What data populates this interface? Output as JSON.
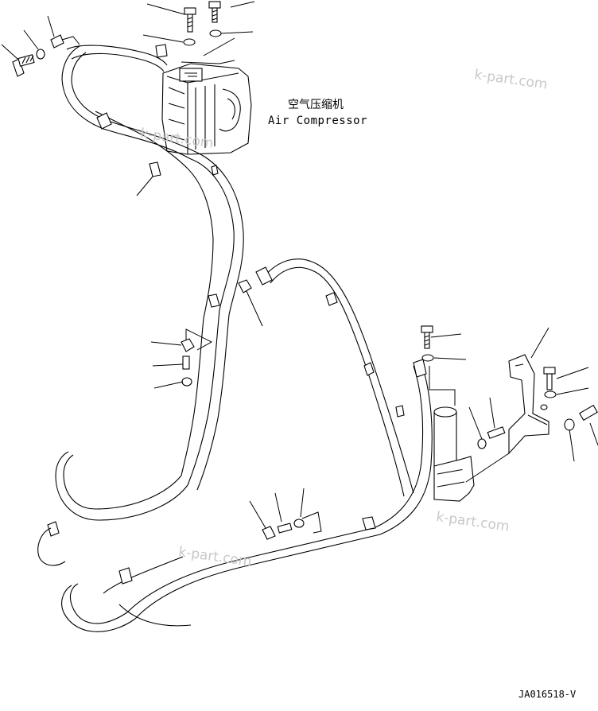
{
  "diagram": {
    "label_cn": "空气压缩机",
    "label_en": "Air Compressor",
    "drawing_number": "JA016518-V",
    "watermark": "k-part.com",
    "line_color": "#000000",
    "watermark_color": "#c8c8c8"
  }
}
